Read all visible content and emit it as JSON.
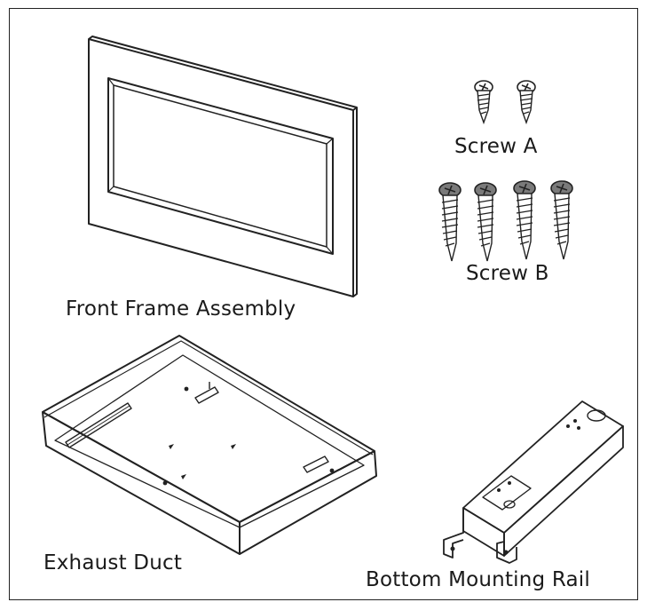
{
  "parts": {
    "front_frame": "Front Frame Assembly",
    "screw_a": "Screw A",
    "screw_b": "Screw B",
    "exhaust_duct": "Exhaust Duct",
    "bottom_rail": "Bottom Mounting Rail"
  },
  "counts": {
    "screw_a": 2,
    "screw_b": 4
  },
  "colors": {
    "line": "#222222",
    "screw_b_fill": "#7a7a7a",
    "screw_a_fill": "#ffffff"
  }
}
